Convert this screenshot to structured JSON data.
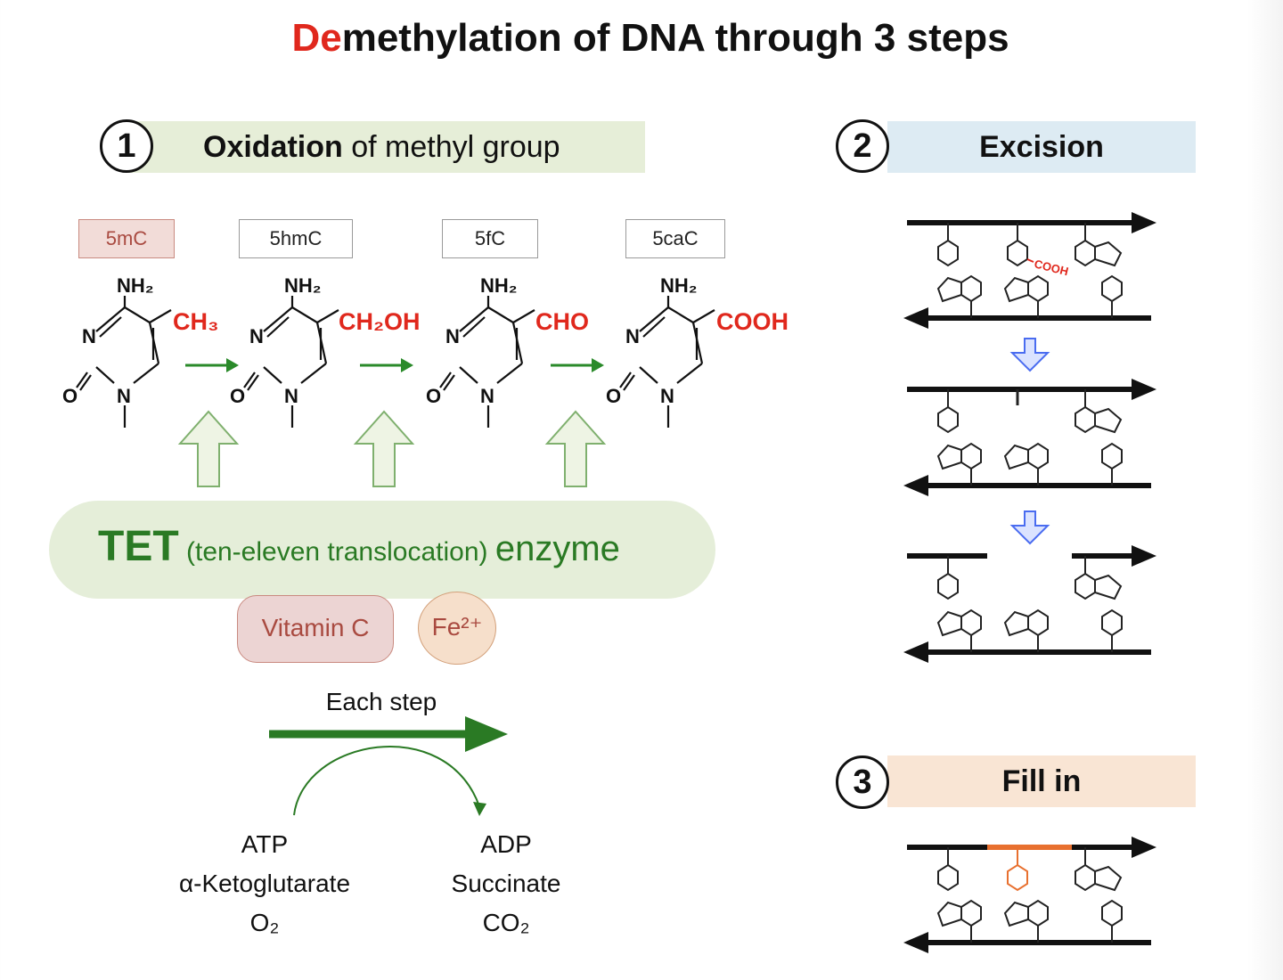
{
  "title": {
    "highlight": "De",
    "rest": "methylation of DNA through 3 steps"
  },
  "step1": {
    "number": "1",
    "bold": "Oxidation",
    "rest": " of methyl group",
    "band_color": "#e6eed8"
  },
  "step2": {
    "number": "2",
    "label": "Excision",
    "band_color": "#ddebf3"
  },
  "step3": {
    "number": "3",
    "label": "Fill in",
    "band_color": "#f9e5d4"
  },
  "compounds": [
    {
      "name": "5mC",
      "group": "CH₃"
    },
    {
      "name": "5hmC",
      "group": "CH₂OH"
    },
    {
      "name": "5fC",
      "group": "CHO"
    },
    {
      "name": "5caC",
      "group": "COOH"
    }
  ],
  "ring_labels": {
    "amine": "NH₂",
    "n": "N",
    "o": "O"
  },
  "tet": {
    "big": "TET",
    "mid": " (ten-eleven translocation) ",
    "end": "enzyme"
  },
  "cofactors": {
    "vitamin": "Vitamin C",
    "iron": "Fe²⁺"
  },
  "each_step": "Each step",
  "inputs": [
    "ATP",
    "α-Ketoglutarate",
    "O₂"
  ],
  "outputs": [
    "ADP",
    "Succinate",
    "CO₂"
  ],
  "excision_label": "COOH",
  "colors": {
    "red": "#e0281d",
    "green": "#2a7a24",
    "blue_arrow": "#4a6cf0",
    "orange": "#e8702f",
    "fivemc_box": "#f2dcd8"
  }
}
